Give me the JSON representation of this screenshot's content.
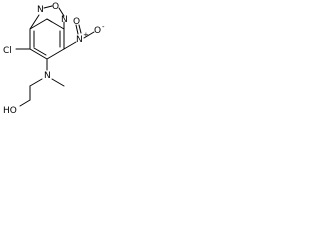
{
  "molecule": {
    "labels": {
      "chlorine": "Cl",
      "ring_nitrogen_top": "N",
      "ring_oxygen": "O",
      "ring_nitrogen_right": "N",
      "nitro_nitrogen": "N",
      "nitro_plus": "+",
      "nitro_oxygen_right": "O",
      "nitro_minus": "-",
      "nitro_oxygen_left": "O",
      "amine_nitrogen": "N",
      "hydroxyl": "HO"
    }
  }
}
